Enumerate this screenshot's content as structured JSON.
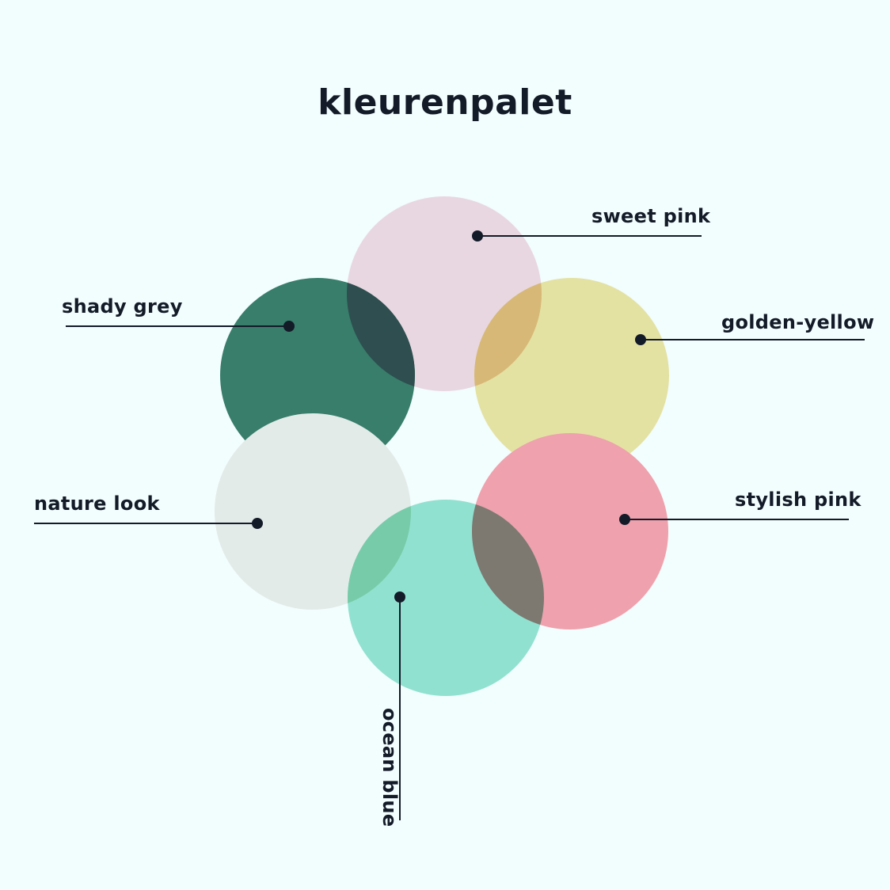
{
  "title": "kleurenpalet",
  "colors": [
    {
      "key": "sweet_pink",
      "label": "sweet pink",
      "hex": "#e8d7e1"
    },
    {
      "key": "golden_yellow",
      "label": "golden-yellow",
      "hex": "#e3e2a3"
    },
    {
      "key": "shady_grey",
      "label": "shady grey",
      "hex": "#387e6b"
    },
    {
      "key": "nature_look",
      "label": "nature look",
      "hex": "#e3ebe8"
    },
    {
      "key": "stylish_pink",
      "label": "stylish pink",
      "hex": "#efa1ad"
    },
    {
      "key": "ocean_blue",
      "label": "ocean blue",
      "hex": "#91e1d0"
    }
  ],
  "overlaps": [
    {
      "between": "shady grey / sweet pink",
      "hex": "#2e4e4f"
    },
    {
      "between": "sweet pink / golden-yellow",
      "hex": "#d7b877"
    },
    {
      "between": "nature look / ocean blue",
      "hex": "#78cba9"
    },
    {
      "between": "ocean blue / stylish pink",
      "hex": "#7d7870"
    }
  ],
  "accent": "#131a28"
}
